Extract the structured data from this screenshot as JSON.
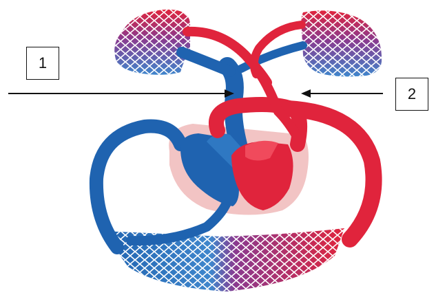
{
  "labels": [
    {
      "id": "1",
      "text": "1"
    },
    {
      "id": "2",
      "text": "2"
    }
  ],
  "colors": {
    "oxygenated": "#e0243c",
    "deoxygenated": "#1f63b0",
    "mixed": "#8a3a8f",
    "heart_sac": "#f2c4c4",
    "arrow": "#111111",
    "capillary_lines": "#ffffff"
  }
}
